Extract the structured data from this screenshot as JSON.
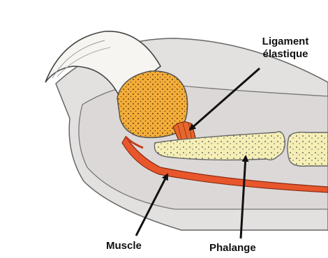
{
  "labels": {
    "ligament_line1": "Ligament",
    "ligament_line2": "élastique",
    "muscle": "Muscle",
    "phalange": "Phalange"
  },
  "colors": {
    "skin": "#e3e0e0",
    "outline": "#555555",
    "claw": "#f4f3f0",
    "pad": "#f3ae3a",
    "bone": "#f5efb6",
    "muscle": "#e8562c",
    "arrow": "#111111"
  }
}
